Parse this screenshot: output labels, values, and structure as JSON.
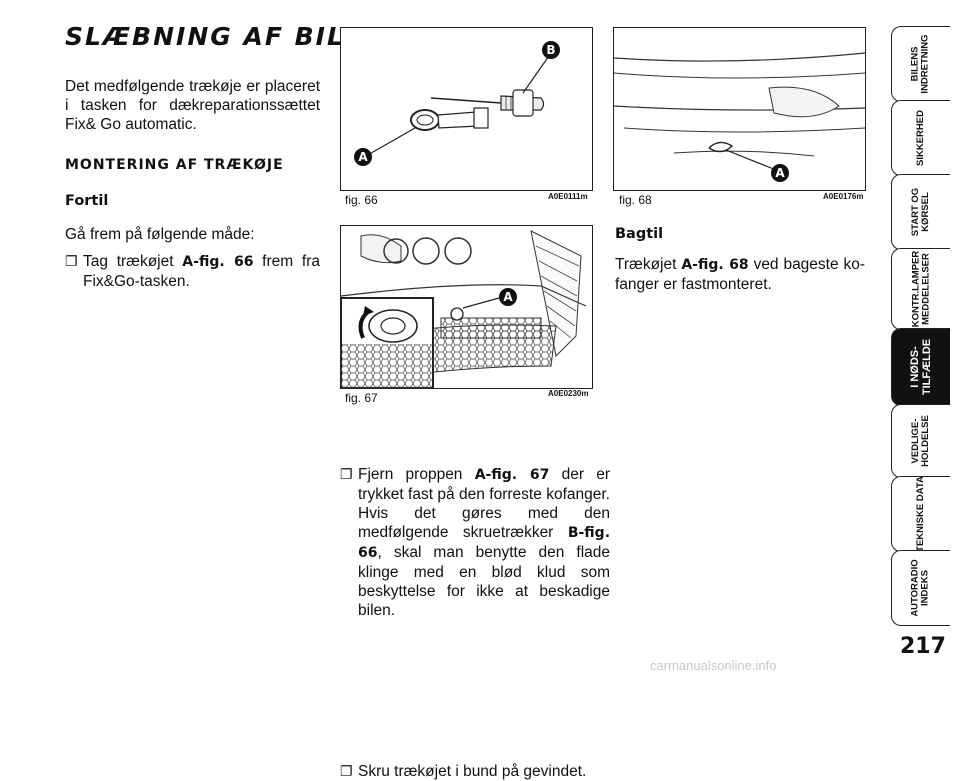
{
  "title": "SLÆBNING AF BILEN",
  "intro": "Det medfølgende trækøje er placeret i tasken for dækreparationssættet Fix& Go automatic.",
  "section_heading": "MONTERING AF TRÆKØJE",
  "front": {
    "heading": "Fortil",
    "lead": "Gå frem på følgende måde:",
    "bullet_pre": "Tag trækøjet",
    "bullet_ref": "A-fig. 66",
    "bullet_post": "frem fra Fix&Go-tasken."
  },
  "fig66": {
    "label": "fig. 66",
    "code": "A0E0111m",
    "callout_a": "A",
    "callout_b": "B"
  },
  "fig67": {
    "label": "fig. 67",
    "code": "A0E0230m",
    "callout_a": "A"
  },
  "fig68": {
    "label": "fig. 68",
    "code": "A0E0176m",
    "callout_a": "A"
  },
  "middle": {
    "b1_pre": "Fjern proppen",
    "b1_ref": "A-fig. 67",
    "b1_mid": "der er trykket fast på den forreste kofanger. Hvis det gøres med den medfølgende skruetrækker",
    "b1_ref2": "B-fig. 66",
    "b1_post": ", skal man benytte den flade klinge med en blød klud som beskyttelse for ikke at beskadige bilen.",
    "b2": "Skru trækøjet i bund på gevindet."
  },
  "rear": {
    "heading": "Bagtil",
    "pre": "Trækøjet",
    "ref": "A-fig. 68",
    "post": "ved bageste ko-fanger er fastmonteret."
  },
  "tabs": [
    {
      "line1": "BILENS",
      "line2": "INDRETNING"
    },
    {
      "line1": "SIKKERHED",
      "line2": ""
    },
    {
      "line1": "START OG",
      "line2": "KØRSEL"
    },
    {
      "line1": "KONTR.LAMPER",
      "line2": "MEDDELELSER"
    },
    {
      "line1": "I NØDS-",
      "line2": "TILFÆLDE"
    },
    {
      "line1": "VEDLIGE-",
      "line2": "HOLDELSE"
    },
    {
      "line1": "TEKNISKE DATA",
      "line2": ""
    },
    {
      "line1": "AUTORADIO",
      "line2": "INDEKS"
    }
  ],
  "page_number": "217",
  "watermark": "carmanualsonline.info"
}
